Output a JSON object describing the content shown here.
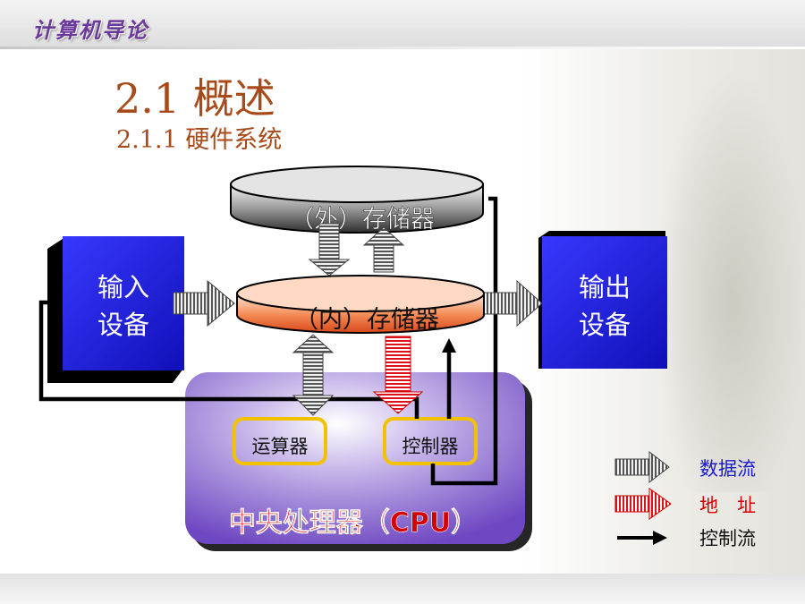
{
  "header": {
    "course_title": "计算机导论"
  },
  "heading": {
    "title": "2.1  概述",
    "subtitle": "2.1.1  硬件系统"
  },
  "diagram": {
    "external_memory": "（外）存储器",
    "internal_memory": "（内）存储器",
    "input_device": [
      "输入",
      "设备"
    ],
    "output_device": [
      "输出",
      "设备"
    ],
    "alu": "运算器",
    "controller": "控制器",
    "cpu": "中央处理器（CPU）"
  },
  "legend": {
    "data_flow": "数据流",
    "address": "地　址",
    "control_flow": "控制流"
  },
  "colors": {
    "title": "#a84a1a",
    "course_title": "#6b3a9a",
    "device_blue": "#1a1ad0",
    "cpu_purple": "#7a55c6",
    "cpu_label": "#d40000",
    "inner_box_border": "#f2c200",
    "legend_blue": "#1a1ad0",
    "legend_red": "#d40000"
  }
}
